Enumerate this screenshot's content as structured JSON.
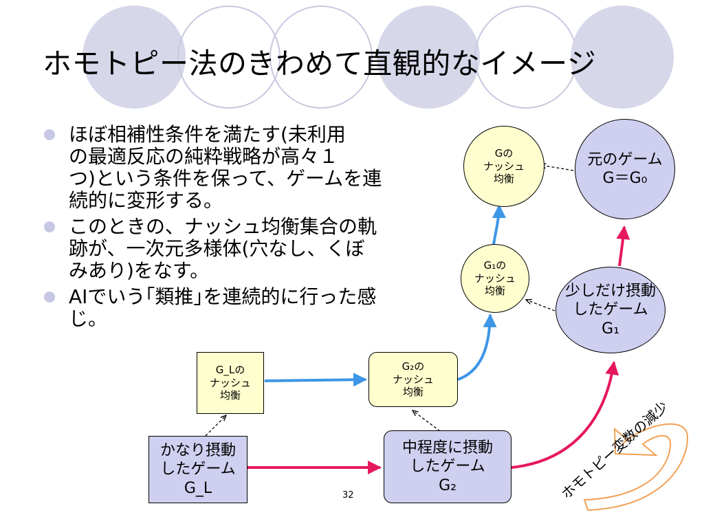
{
  "title": "ホモトピー法のきわめて直観的なイメージ",
  "bullets": [
    [
      "ほぼ相補性条件を満たす(未利用",
      "の最適反応の純粋戦略が高々１",
      "つ)という条件を保って、ゲームを連",
      "続的に変形する。"
    ],
    [
      "このときの、ナッシュ均衡集合の軌",
      "跡が、一次元多様体(穴なし、くぼ",
      "みあり)をなす。"
    ],
    [
      "AIでいう｢類推｣を連続的に行った感",
      "じ。"
    ]
  ],
  "nodes": {
    "g_nash": [
      "Gの",
      "ナッシュ",
      "均衡"
    ],
    "original_game": [
      "元のゲーム",
      "G＝G₀"
    ],
    "g1_nash": [
      "G₁の",
      "ナッシュ",
      "均衡"
    ],
    "slightly_perturbed": [
      "少しだけ摂動",
      "したゲーム",
      "G₁"
    ],
    "gl_nash": [
      "G_Lの",
      "ナッシュ",
      "均衡"
    ],
    "g2_nash": [
      "G₂の",
      "ナッシュ",
      "均衡"
    ],
    "heavily_perturbed": [
      "かなり摂動",
      "したゲーム",
      "G_L"
    ],
    "medium_perturbed": [
      "中程度に摂動",
      "したゲーム",
      "G₂"
    ]
  },
  "homotopy_label": "ホモトピー変数の減少",
  "page_number": "32",
  "colors": {
    "blue_path": "#3d96e6",
    "magenta_path": "#e6185c",
    "orange_arrow": "#f2a154",
    "yellow_box": "#fefece",
    "purple_box": "#cfcff0",
    "deco": "#d7d7ea"
  }
}
